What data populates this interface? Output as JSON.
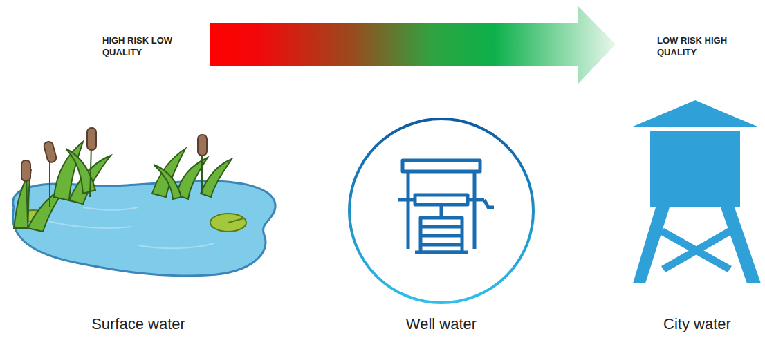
{
  "diagram": {
    "labels": [
      "HIGH RISK LOW QUALITY",
      "LOW RISK HIGH QUALITY",
      "Surface water",
      "Well water",
      "City water"
    ]
  }
}
